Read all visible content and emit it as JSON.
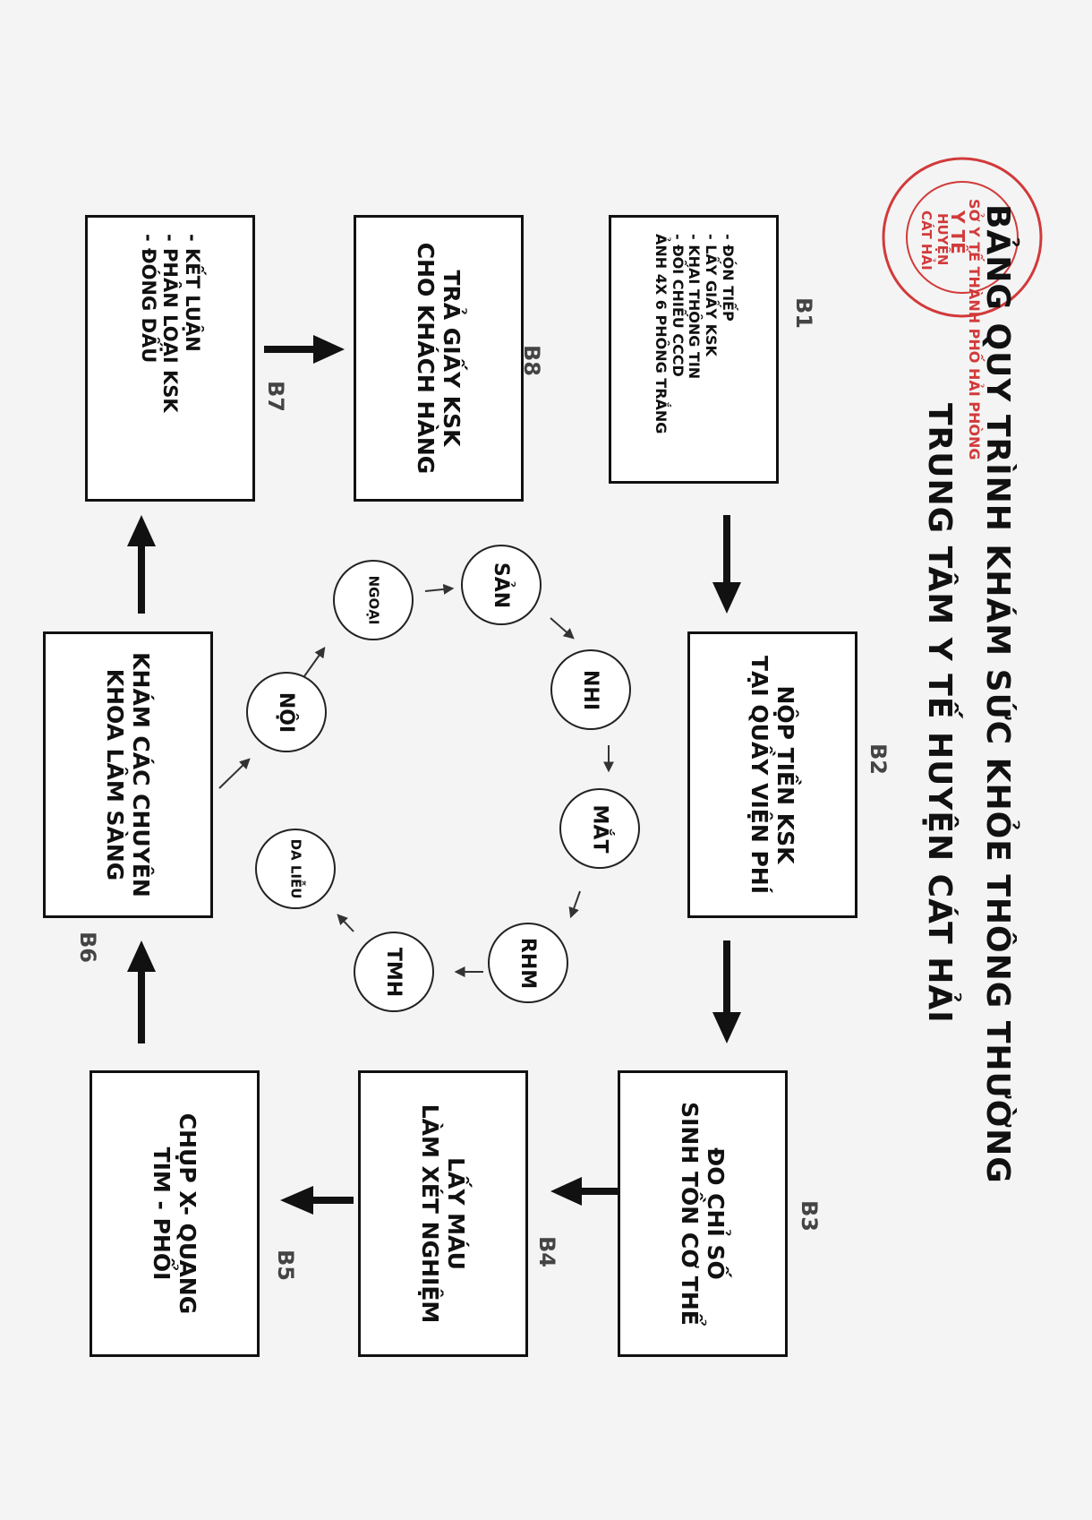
{
  "title": {
    "line1": "BẢNG QUY TRÌNH KHÁM SỨC KHỎE THÔNG THƯỜNG",
    "line2": "TRUNG TÂM Y TẾ HUYỆN CÁT HẢI"
  },
  "stamp": {
    "ring_text": "SỞ Y TẾ THÀNH PHỐ HẢI PHÒNG",
    "center_line1": "Y TẾ",
    "center_line2": "HUYỆN",
    "center_line3": "CÁT HẢI",
    "color": "#d23a3a"
  },
  "steps": {
    "b1": {
      "label": "B1",
      "items": [
        "- ĐÓN TIẾP",
        "- LẤY GIẤY KSK",
        "- KHAI THÔNG TIN",
        "- ĐỐI CHIẾU CCCD",
        "ẢNH 4X 6 PHÔNG TRẮNG"
      ]
    },
    "b2": {
      "label": "B2",
      "lines": [
        "NỘP TIỀN KSK",
        "TẠI QUẦY VIỆN PHÍ"
      ]
    },
    "b3": {
      "label": "B3",
      "lines": [
        "ĐO CHỈ SỐ",
        "SINH TỒN CƠ THỂ"
      ]
    },
    "b4": {
      "label": "B4",
      "lines": [
        "LẤY MÁU",
        "LÀM XÉT NGHIỆM"
      ]
    },
    "b5": {
      "label": "B5",
      "lines": [
        "CHỤP X- QUANG",
        "TIM - PHỔI"
      ]
    },
    "b6": {
      "label": "B6",
      "lines": [
        "KHÁM CÁC CHUYÊN",
        "KHOA LÂM SÀNG"
      ]
    },
    "b7": {
      "label": "B7",
      "items": [
        "- KẾT LUẬN",
        "- PHÂN LOẠI KSK",
        "- ĐÓNG DẤU"
      ]
    },
    "b8": {
      "label": "B8",
      "lines": [
        "TRẢ GIẤY KSK",
        "CHO KHÁCH HÀNG"
      ]
    }
  },
  "specialties": {
    "san": "SẢN",
    "nhi": "NHI",
    "mat": "MẮT",
    "rhm": "RHM",
    "tmh": "TMH",
    "da_lieu": "DA LIỄU",
    "noi": "NỘI",
    "ngoai": "NGOẠI"
  }
}
